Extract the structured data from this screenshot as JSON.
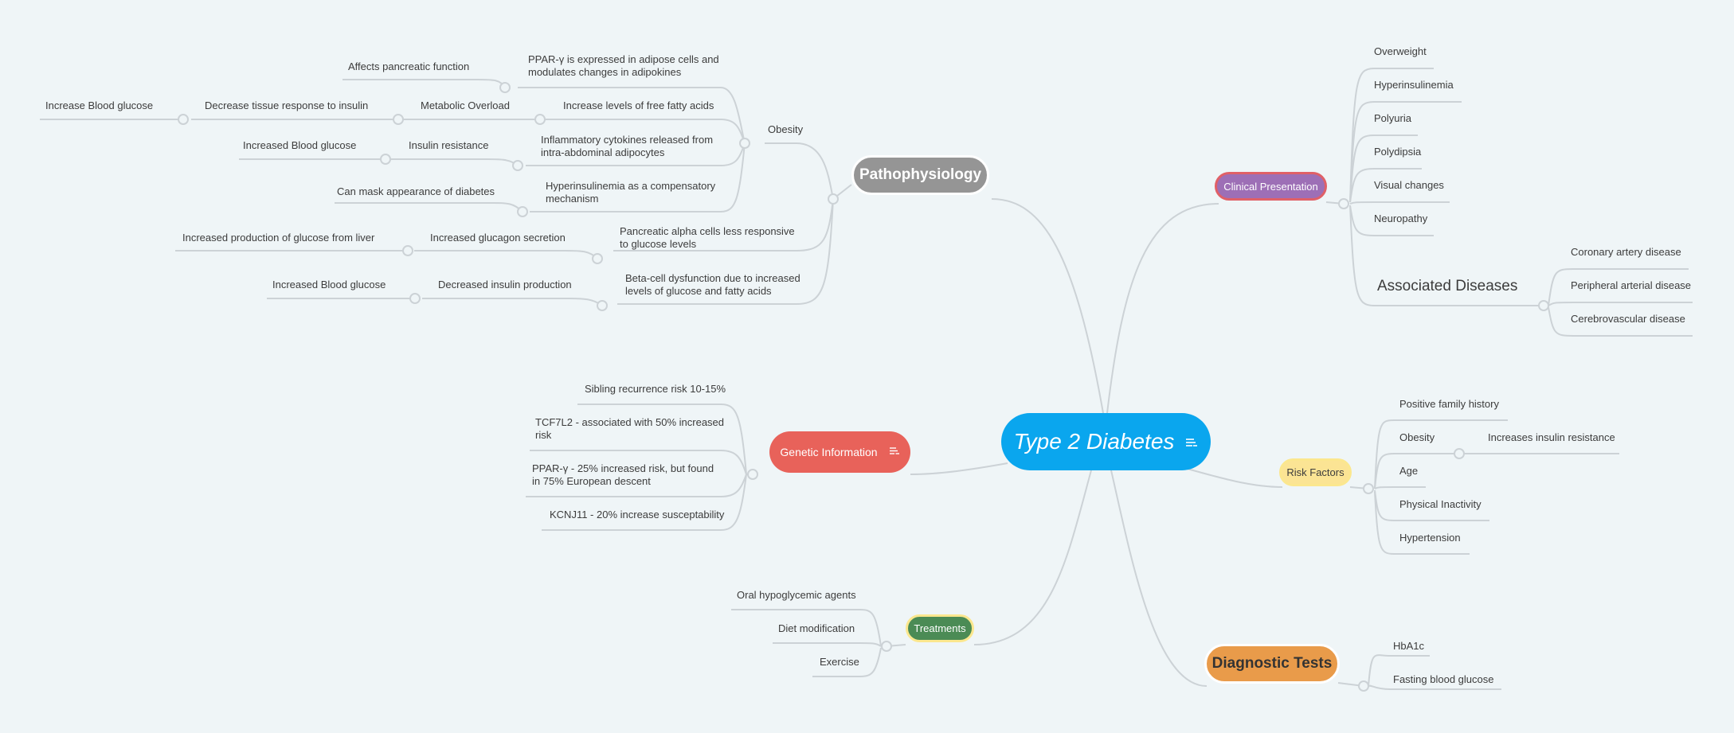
{
  "colors": {
    "background": "#eff5f7",
    "link": "#ccd2d6",
    "central": "#0aa6ee",
    "pathophysiology": "#959595",
    "clinical": "#9d6fb6",
    "genetic": "#e8625a",
    "risk": "#fbe494",
    "treatments": "#4b8b55",
    "diagnostic": "#e99b4a"
  },
  "central": {
    "label": "Type 2 Diabetes",
    "icon": "notes-icon"
  },
  "pathophysiology": {
    "label": "Pathophysiology",
    "obesity": {
      "label": "Obesity",
      "pparg": "PPAR-γ is expressed in adipose cells and modulates changes in adipokines",
      "affects_pancreatic": "Affects pancreatic function",
      "ffa": "Increase levels of free fatty acids",
      "metabolic_overload": "Metabolic Overload",
      "decrease_tissue": "Decrease tissue response to insulin",
      "increase_bg": "Increase Blood glucose",
      "cytokines": "Inflammatory cytokines released from intra-abdominal adipocytes",
      "insulin_resistance": "Insulin resistance",
      "increased_bg": "Increased Blood glucose",
      "hyperinsulinemia": "Hyperinsulinemia as a compensatory mechanism",
      "mask": "Can mask appearance of diabetes"
    },
    "alpha_cells": "Pancreatic alpha cells less responsive to glucose levels",
    "glucagon": "Increased glucagon secretion",
    "glucose_liver": "Increased production of glucose from liver",
    "beta_cell": "Beta-cell dysfunction due to increased levels of glucose and fatty acids",
    "decreased_insulin": "Decreased insulin production",
    "increased_bg2": "Increased Blood glucose"
  },
  "clinical": {
    "label": "Clinical Presentation",
    "items": [
      "Overweight",
      "Hyperinsulinemia",
      "Polyuria",
      "Polydipsia",
      "Visual changes",
      "Neuropathy"
    ],
    "associated": {
      "label": "Associated Diseases",
      "items": [
        "Coronary artery disease",
        "Peripheral arterial disease",
        "Cerebrovascular disease"
      ]
    }
  },
  "genetic": {
    "label": "Genetic Information",
    "icon": "notes-icon",
    "items": [
      "Sibling recurrence risk 10-15%",
      "TCF7L2 - associated with 50% increased risk",
      "PPAR-γ - 25% increased risk, but found in 75% European descent",
      "KCNJ11 - 20% increase susceptability"
    ]
  },
  "risk": {
    "label": "Risk Factors",
    "items": [
      "Positive family history",
      "Obesity",
      "Age",
      "Physical Inactivity",
      "Hypertension"
    ],
    "obesity_child": "Increases insulin resistance"
  },
  "treatments": {
    "label": "Treatments",
    "items": [
      "Oral hypoglycemic agents",
      "Diet modification",
      "Exercise"
    ]
  },
  "diagnostic": {
    "label": "Diagnostic Tests",
    "items": [
      "HbA1c",
      "Fasting blood glucose"
    ]
  }
}
